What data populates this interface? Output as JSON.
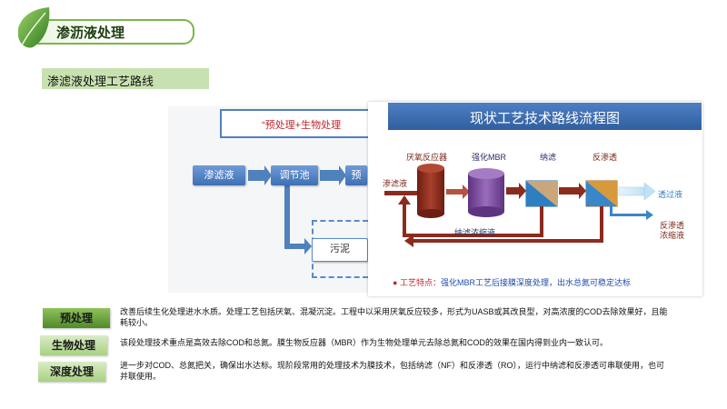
{
  "header": {
    "title": "渗沥液处理"
  },
  "section": {
    "title": "渗滤液处理工艺路线"
  },
  "background_diagram": {
    "banner": "“预处理+生物处理",
    "nodes": [
      "渗滤液",
      "调节池",
      "预",
      "污泥"
    ]
  },
  "process_figure": {
    "title": "现状工艺技术路线流程图",
    "units": {
      "anaerobic": "厌氧反应器",
      "mbr": "强化MBR",
      "nf": "纳滤",
      "ro": "反渗透"
    },
    "labels": {
      "leachate": "渗滤液",
      "permeate": "透过液",
      "nf_concentrate": "纳滤浓缩液",
      "ro_concentrate_1": "反渗透",
      "ro_concentrate_2": "浓缩液"
    },
    "feature": {
      "bullet": "●",
      "key": "工艺特点：",
      "text": "强化MBR工艺后接膜深度处理，出水总氮可稳定达标"
    },
    "colors": {
      "anaerobic": "#8b2b1e",
      "mbr": "#7b4a9a",
      "membrane_blue": "#3a86c8",
      "membrane_gold": "#d69a3a",
      "arrow": "#8b2b1e"
    }
  },
  "steps": [
    {
      "tag": "预处理",
      "text": "改善后续生化处理进水水质。处理工艺包括厌氧、混凝沉淀。工程中以采用厌氧反应较多，形式为UASB或其改良型，对高浓度的COD去除效果好，且能耗较小。"
    },
    {
      "tag": "生物处理",
      "text": "该段处理技术重点是高效去除COD和总氮。膜生物反应器（MBR）作为生物处理单元去除总氮和COD的效果在国内得到业内一致认可。"
    },
    {
      "tag": "深度处理",
      "text": "进一步对COD、总氮把关，确保出水达标。现阶段常用的处理技术为膜技术，包括纳滤（NF）和反渗透（RO），运行中纳滤和反渗透可串联使用，也可并联使用。"
    }
  ]
}
